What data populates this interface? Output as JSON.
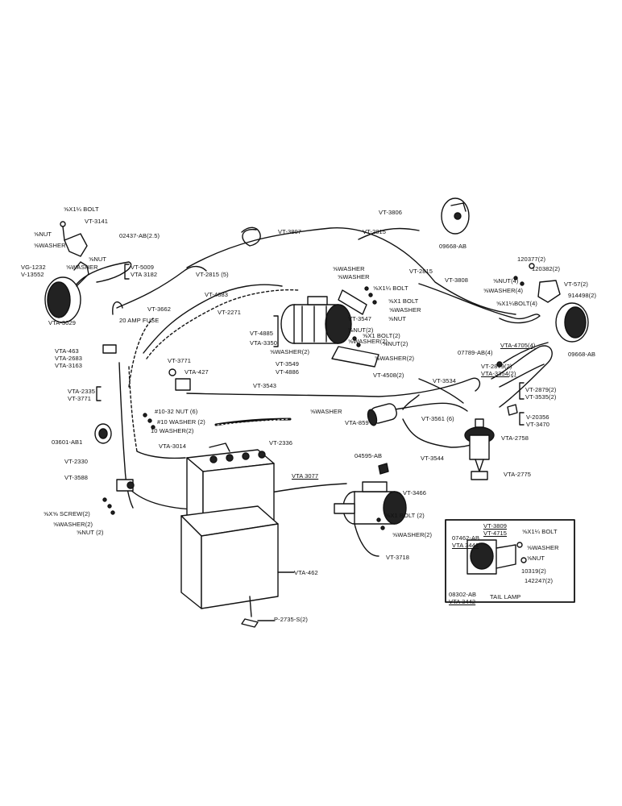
{
  "labels": [
    {
      "id": "bolt-top-left",
      "text": "⅝X1¼ BOLT"
    },
    {
      "id": "nut-top-left",
      "text": "⅝NUT"
    },
    {
      "id": "vt-3141",
      "text": "VT-3141"
    },
    {
      "id": "washer-top-left",
      "text": "⅝WASHER"
    },
    {
      "id": "nut-top-left-2",
      "text": "⅝NUT"
    },
    {
      "id": "washer-top-left-2",
      "text": "⅝WASHER"
    },
    {
      "id": "02437-ab",
      "text": "02437-AB(2.5)"
    },
    {
      "id": "vg-1232",
      "text": "VG-1232"
    },
    {
      "id": "v-13552",
      "text": "V-13552"
    },
    {
      "id": "vt-5009",
      "text": "VT-5009"
    },
    {
      "id": "vta-3182",
      "text": "VTA 3182"
    },
    {
      "id": "vta-3029",
      "text": "VTA-3029"
    },
    {
      "id": "vt-3807",
      "text": "VT-3807"
    },
    {
      "id": "vt-3806",
      "text": "VT-3806"
    },
    {
      "id": "vt-2815-a",
      "text": "VT-2815"
    },
    {
      "id": "09668-ab-top",
      "text": "09668-AB"
    },
    {
      "id": "vt-2815-5",
      "text": "VT-2815 (5)"
    },
    {
      "id": "vt-3662",
      "text": "VT-3662"
    },
    {
      "id": "vt-4883",
      "text": "VT-4883"
    },
    {
      "id": "vt-2271",
      "text": "VT-2271"
    },
    {
      "id": "fuse",
      "text": "20 AMP FUSE"
    },
    {
      "id": "vta-463",
      "text": "VTA-463"
    },
    {
      "id": "vta-2683",
      "text": "VTA-2683"
    },
    {
      "id": "vta-3163",
      "text": "VTA-3163"
    },
    {
      "id": "vt-4885",
      "text": "VT-4885"
    },
    {
      "id": "vta-3350",
      "text": "VTA-3350"
    },
    {
      "id": "washer-a",
      "text": "⅝WASHER"
    },
    {
      "id": "washer-b",
      "text": "⅝WASHER"
    },
    {
      "id": "bolt-a",
      "text": "⅝X1¼ BOLT"
    },
    {
      "id": "bolt-b",
      "text": "⅝X1 BOLT"
    },
    {
      "id": "washer-c",
      "text": "⅝WASHER"
    },
    {
      "id": "nut-a",
      "text": "⅝NUT"
    },
    {
      "id": "vt-3547",
      "text": "VT-3547"
    },
    {
      "id": "nut-2",
      "text": "⅝NUT(2)"
    },
    {
      "id": "bolt-2",
      "text": "⅝X1 BOLT(2)"
    },
    {
      "id": "washer-2a",
      "text": "⅝WASHER(2)"
    },
    {
      "id": "nut-2b",
      "text": "⅝NUT(2)"
    },
    {
      "id": "washer-2b",
      "text": "⅝WASHER(2)"
    },
    {
      "id": "washer-2c",
      "text": "⅝WASHER(2)"
    },
    {
      "id": "vt-3549",
      "text": "VT-3549"
    },
    {
      "id": "vt-4886",
      "text": "VT-4886"
    },
    {
      "id": "vt-4508",
      "text": "VT-4508(2)"
    },
    {
      "id": "vt-2815-b",
      "text": "VT-2815"
    },
    {
      "id": "vt-3808",
      "text": "VT-3808"
    },
    {
      "id": "120377",
      "text": "120377(2)"
    },
    {
      "id": "nut-4",
      "text": "⅝NUT(4)"
    },
    {
      "id": "120382",
      "text": "120382(2)"
    },
    {
      "id": "washer-4",
      "text": "⅝WASHER(4)"
    },
    {
      "id": "vt-57",
      "text": "VT-57(2)"
    },
    {
      "id": "bolt-4",
      "text": "⅝X1¼BOLT(4)"
    },
    {
      "id": "914498",
      "text": "914498(2)"
    },
    {
      "id": "09668-ab-right",
      "text": "09668-AB"
    },
    {
      "id": "07789-ab",
      "text": "07789-AB(4)"
    },
    {
      "id": "vta-4705",
      "text": "VTA-4705(4)"
    },
    {
      "id": "vt-2879-a",
      "text": "VT-2879(2)"
    },
    {
      "id": "vta-3354",
      "text": "VTA-3354(2)"
    },
    {
      "id": "vt-3534",
      "text": "VT-3534"
    },
    {
      "id": "vt-2879-b",
      "text": "VT-2879(2)"
    },
    {
      "id": "vt-3535",
      "text": "VT-3535(2)"
    },
    {
      "id": "vt-3771",
      "text": "VT-3771"
    },
    {
      "id": "vta-427",
      "text": "VTA-427"
    },
    {
      "id": "vt-3543",
      "text": "VT-3543"
    },
    {
      "id": "vta-2335",
      "text": "VTA-2335"
    },
    {
      "id": "vt-3771-b",
      "text": "VT-3771"
    },
    {
      "id": "nut-6",
      "text": "#10-32 NUT (6)"
    },
    {
      "id": "washer-10",
      "text": "#10 WASHER (2)"
    },
    {
      "id": "washer-10b",
      "text": "10 WASHER(2)"
    },
    {
      "id": "washer-d",
      "text": "⅝WASHER"
    },
    {
      "id": "vta-859",
      "text": "VTA-859"
    },
    {
      "id": "vt-3561",
      "text": "VT-3561 (6)"
    },
    {
      "id": "v-20356",
      "text": "V-20356"
    },
    {
      "id": "vt-3470",
      "text": "VT-3470"
    },
    {
      "id": "vta-2758",
      "text": "VTA-2758"
    },
    {
      "id": "03601-ab",
      "text": "03601-AB1"
    },
    {
      "id": "vt-2336",
      "text": "VT-2336"
    },
    {
      "id": "vt-3544",
      "text": "VT-3544"
    },
    {
      "id": "vta-3014",
      "text": "VTA-3014"
    },
    {
      "id": "vt-2330",
      "text": "VT-2330"
    },
    {
      "id": "04595-ab",
      "text": "04595-AB"
    },
    {
      "id": "vta-2775",
      "text": "VTA-2775"
    },
    {
      "id": "vt-3588",
      "text": "VT-3588"
    },
    {
      "id": "vta-3077",
      "text": "VTA 3077"
    },
    {
      "id": "vt-3466",
      "text": "VT-3466"
    },
    {
      "id": "screw-2",
      "text": "⅝X⅝ SCREW(2)"
    },
    {
      "id": "washer-2d",
      "text": "⅝WASHER(2)"
    },
    {
      "id": "nut-2c",
      "text": "⅝NUT (2)"
    },
    {
      "id": "bolt-2b",
      "text": "⅝X1 BOLT (2)"
    },
    {
      "id": "washer-2e",
      "text": "⅝WASHER(2)"
    },
    {
      "id": "vt-3718",
      "text": "VT-3718"
    },
    {
      "id": "vta-462",
      "text": "VTA-462"
    },
    {
      "id": "p-2735",
      "text": "P-2735-S(2)"
    },
    {
      "id": "vt-3809",
      "text": "VT-3809"
    },
    {
      "id": "vt-4715",
      "text": "VT-4715"
    },
    {
      "id": "bolt-tail",
      "text": "⅝X1¼ BOLT"
    },
    {
      "id": "07462-ab",
      "text": "07462-AB"
    },
    {
      "id": "vta-3441",
      "text": "VTA 3441"
    },
    {
      "id": "washer-tail",
      "text": "⅝WASHER"
    },
    {
      "id": "nut-tail",
      "text": "⅝NUT"
    },
    {
      "id": "10319",
      "text": "10319(2)"
    },
    {
      "id": "142247",
      "text": "142247(2)"
    },
    {
      "id": "08302-ab",
      "text": "08302-AB"
    },
    {
      "id": "vta-3442",
      "text": "VTA 3442"
    },
    {
      "id": "tail-lamp",
      "text": "TAIL LAMP"
    }
  ]
}
